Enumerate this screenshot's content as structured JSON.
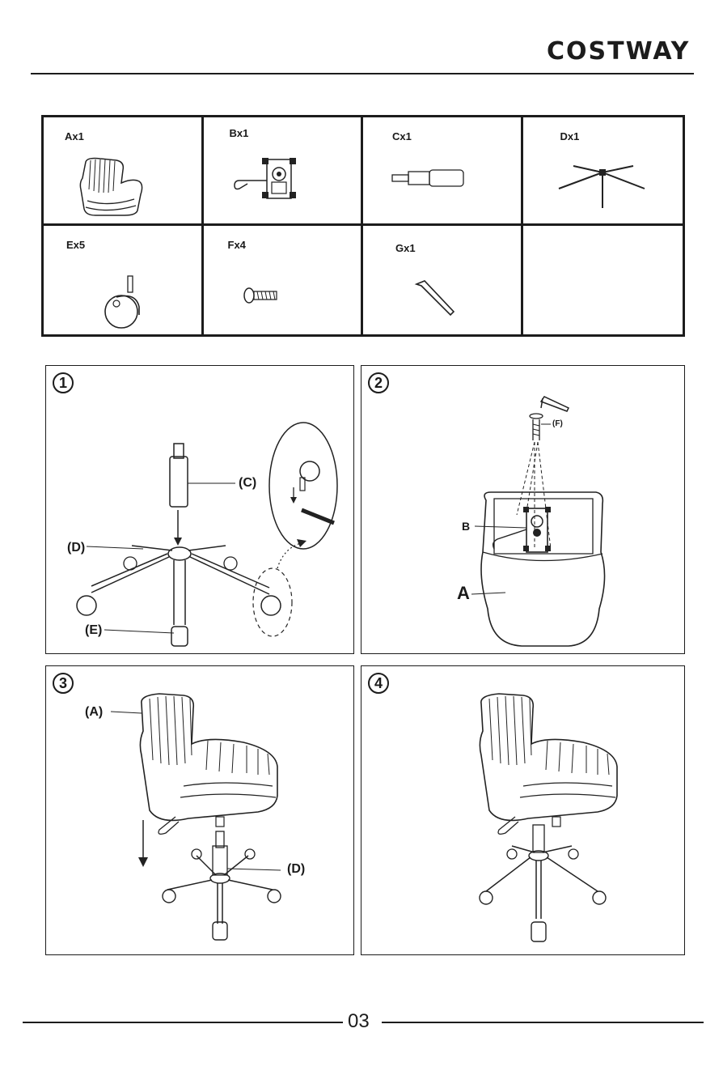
{
  "header": {
    "logo_text": "COSTWAY"
  },
  "parts": [
    {
      "label": "Ax1",
      "icon": "chair-seat-icon"
    },
    {
      "label": "Bx1",
      "icon": "seat-plate-mechanism-icon"
    },
    {
      "label": "Cx1",
      "icon": "gas-cylinder-icon"
    },
    {
      "label": "Dx1",
      "icon": "star-base-icon"
    },
    {
      "label": "Ex5",
      "icon": "caster-wheel-icon"
    },
    {
      "label": "Fx4",
      "icon": "bolt-icon"
    },
    {
      "label": "Gx1",
      "icon": "allen-key-icon"
    },
    {
      "label": "",
      "icon": ""
    }
  ],
  "steps": [
    {
      "number": "1",
      "callouts": [
        "(C)",
        "(D)",
        "(E)"
      ]
    },
    {
      "number": "2",
      "callouts": [
        "(F)",
        "B",
        "A"
      ]
    },
    {
      "number": "3",
      "callouts": [
        "(A)",
        "(D)"
      ]
    },
    {
      "number": "4",
      "callouts": []
    }
  ],
  "footer": {
    "page_number": "03"
  }
}
